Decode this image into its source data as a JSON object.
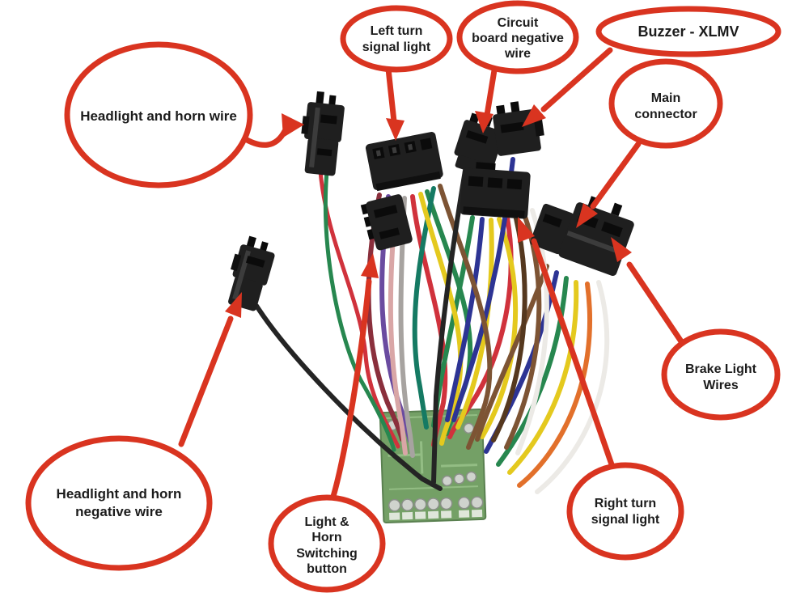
{
  "colors": {
    "background": "#ffffff",
    "callout_red": "#d93420",
    "label_text": "#1c1c1c",
    "connector_black": "#1f1f1f",
    "pcb_green": "#74a066",
    "pcb_trace": "#93bd84",
    "pad_silver": "#cfd3cd",
    "wires": {
      "red": "#d0323c",
      "green": "#27874f",
      "teal": "#157a63",
      "yellow": "#e4c91e",
      "blue": "#2d3494",
      "purple": "#6a4ba0",
      "maroon": "#8a2f3c",
      "pink": "#d9a6a6",
      "gray": "#a7a3a0",
      "brown": "#7d5434",
      "dark_brown": "#55381f",
      "white": "#eceae6",
      "orange": "#e2702b",
      "black": "#242424"
    }
  },
  "callouts": {
    "headlight_horn_wire": {
      "lines": [
        "Headlight and horn wire"
      ]
    },
    "left_turn": {
      "lines": [
        "Left turn",
        "signal light"
      ]
    },
    "circuit_board_negative": {
      "lines": [
        "Circuit",
        "board negative",
        "wire"
      ]
    },
    "buzzer": {
      "lines": [
        "Buzzer - XLMV"
      ]
    },
    "main_connector": {
      "lines": [
        "Main",
        "connector"
      ]
    },
    "brake_light": {
      "lines": [
        "Brake Light",
        "Wires"
      ]
    },
    "right_turn": {
      "lines": [
        "Right turn",
        "signal light"
      ]
    },
    "light_horn_switch": {
      "lines": [
        "Light &",
        "Horn",
        "Switching",
        "button"
      ]
    },
    "headlight_negative": {
      "lines": [
        "Headlight and horn",
        "negative wire"
      ]
    }
  }
}
